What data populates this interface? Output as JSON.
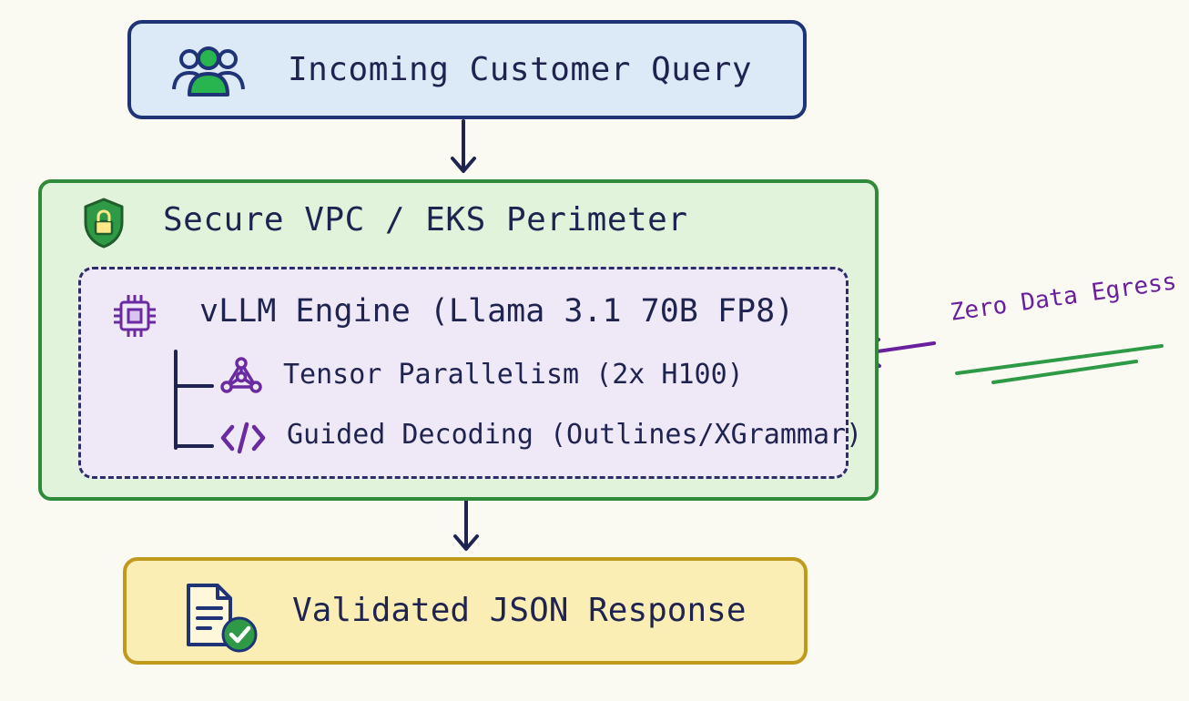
{
  "query": {
    "label": "Incoming Customer Query",
    "icon": "users-icon"
  },
  "perimeter": {
    "label": "Secure VPC / EKS Perimeter",
    "icon": "shield-lock-icon"
  },
  "engine": {
    "label": "vLLM Engine (Llama 3.1 70B FP8)",
    "icon": "chip-icon",
    "components": [
      {
        "label": "Tensor Parallelism (2x H100)",
        "icon": "network-graph-icon"
      },
      {
        "label": "Guided Decoding (Outlines/XGrammar)",
        "icon": "code-icon"
      }
    ]
  },
  "response": {
    "label": "Validated JSON Response",
    "icon": "document-check-icon"
  },
  "annotation": {
    "label": "Zero Data Egress"
  },
  "colors": {
    "background": "#fbfaf2",
    "query_fill": "#dce9f6",
    "query_border": "#1f3476",
    "perimeter_fill": "#e2f3dc",
    "perimeter_border": "#2f8a3a",
    "engine_fill": "#efe9f7",
    "response_fill": "#fbeeb5",
    "response_border": "#c09a1c",
    "accent_purple": "#6a1f9e",
    "accent_green": "#2f9a45",
    "text": "#1f2350"
  }
}
